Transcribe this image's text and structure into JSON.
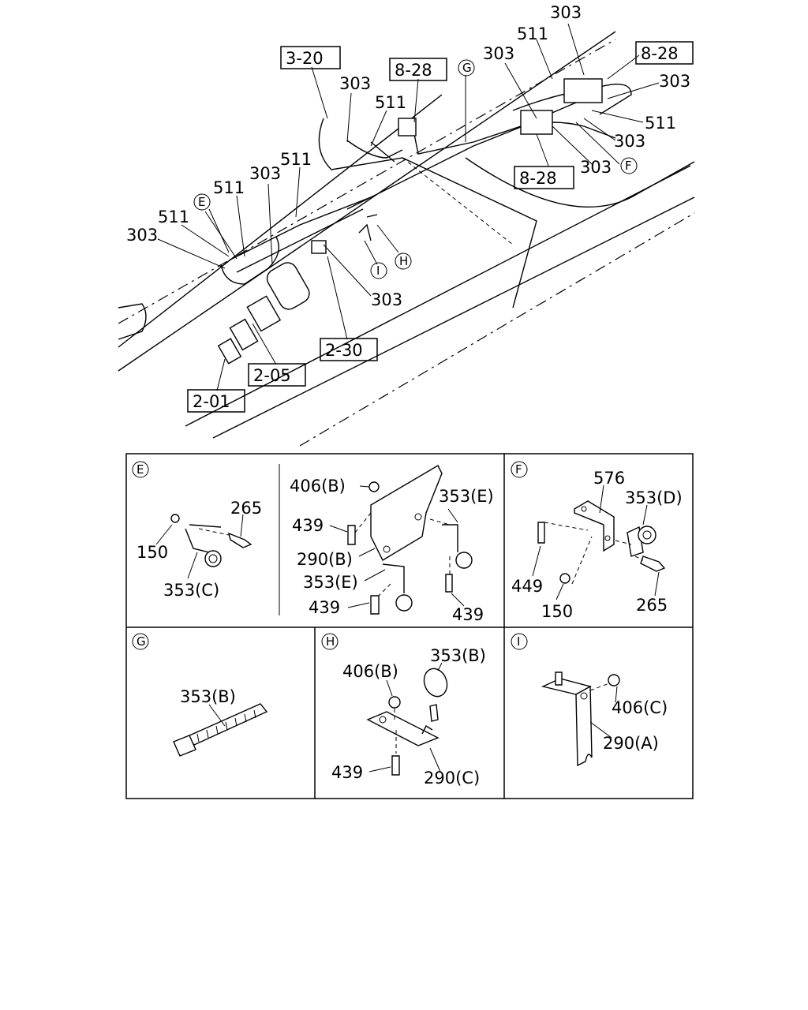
{
  "main_callouts": {
    "ref_3_20": "3-20",
    "ref_8_28_a": "8-28",
    "ref_8_28_b": "8-28",
    "ref_8_28_c": "8-28",
    "ref_2_30": "2-30",
    "ref_2_05": "2-05",
    "ref_2_01": "2-01",
    "n303_a": "303",
    "n511_a": "511",
    "n303_b": "303",
    "n511_b": "511",
    "n303_c": "303",
    "n511_c": "511",
    "n303_d": "303",
    "n511_d": "511",
    "n303_e": "303",
    "n303_f": "303",
    "n303_g": "303",
    "n511_e": "511",
    "n511_f": "511",
    "n303_h": "303",
    "n303_i": "303",
    "c_G": "G",
    "c_E": "E",
    "c_F": "F",
    "c_H": "H",
    "c_I": "I"
  },
  "panel_E": {
    "marker": "E",
    "p265": "265",
    "p150": "150",
    "p353C": "353(C)",
    "p406B": "406(B)",
    "p353E_a": "353(E)",
    "p439_a": "439",
    "p290B": "290(B)",
    "p353E_b": "353(E)",
    "p439_b": "439",
    "p439_c": "439"
  },
  "panel_F": {
    "marker": "F",
    "p576": "576",
    "p353D": "353(D)",
    "p449": "449",
    "p150": "150",
    "p265": "265"
  },
  "panel_G": {
    "marker": "G",
    "p353B": "353(B)"
  },
  "panel_H": {
    "marker": "H",
    "p353B": "353(B)",
    "p406B": "406(B)",
    "p439": "439",
    "p290C": "290(C)"
  },
  "panel_I": {
    "marker": "I",
    "p406C": "406(C)",
    "p290A": "290(A)"
  }
}
